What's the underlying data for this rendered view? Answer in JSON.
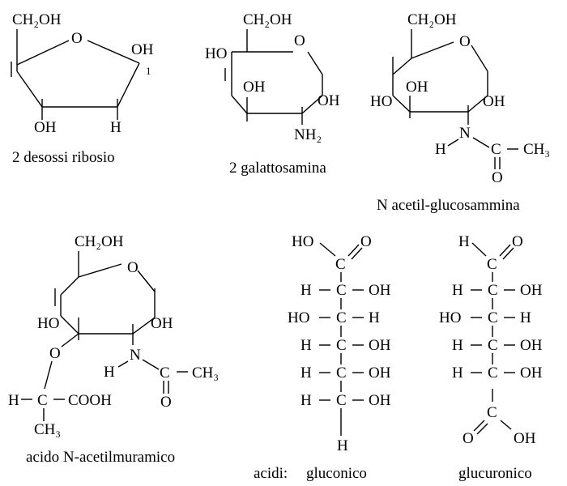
{
  "deoxyribose": {
    "top": "CH₂OH",
    "ring_o": "O",
    "oh_right": "OH",
    "c1": "1",
    "oh_bottom": "OH",
    "h_bottom": "H",
    "caption": "2 desossi ribosio"
  },
  "galactosamine": {
    "top": "CH₂OH",
    "ring_o": "O",
    "ho_left": "HO",
    "oh_inner": "OH",
    "oh_right": "OH",
    "nh2": "NH₂",
    "caption": "2 galattosamina"
  },
  "acetylglucosamine": {
    "top": "CH₂OH",
    "ring_o": "O",
    "ho_left": "HO",
    "oh_inner": "OH",
    "oh_right": "OH",
    "n": "N",
    "h": "H",
    "c": "C",
    "ch3": "CH₃",
    "o": "O",
    "caption": "N acetil-glucosammina"
  },
  "muramic": {
    "top": "CH₂OH",
    "ring_o": "O",
    "ho_left": "HO",
    "oh_right": "OH",
    "o_link": "O",
    "n": "N",
    "h_n": "H",
    "c_acetyl": "C",
    "ch3_acetyl": "CH₃",
    "o_acetyl": "O",
    "h_lactyl": "H",
    "c_lactyl": "C",
    "cooh": "COOH",
    "ch3_lactyl": "CH₃",
    "caption": "acido N-acetilmuramico"
  },
  "gluconic": {
    "rows": [
      {
        "left": "H",
        "center": "C",
        "right": "OH"
      },
      {
        "left": "HO",
        "center": "C",
        "right": "H"
      },
      {
        "left": "H",
        "center": "C",
        "right": "OH"
      },
      {
        "left": "H",
        "center": "C",
        "right": "OH"
      },
      {
        "left": "H",
        "center": "C",
        "right": "OH"
      }
    ],
    "top_ho": "HO",
    "top_o": "O",
    "top_c": "C",
    "bottom_h": "H"
  },
  "glucuronic": {
    "rows": [
      {
        "left": "H",
        "center": "C",
        "right": "OH"
      },
      {
        "left": "HO",
        "center": "C",
        "right": "H"
      },
      {
        "left": "H",
        "center": "C",
        "right": "OH"
      },
      {
        "left": "H",
        "center": "C",
        "right": "OH"
      }
    ],
    "top_h": "H",
    "top_o": "O",
    "top_c": "C",
    "bottom_c": "C",
    "bottom_o": "O",
    "bottom_oh": "OH"
  },
  "captions": {
    "acids_label": "acidi:",
    "gluconic": "gluconico",
    "glucuronic": "glucuronico"
  }
}
